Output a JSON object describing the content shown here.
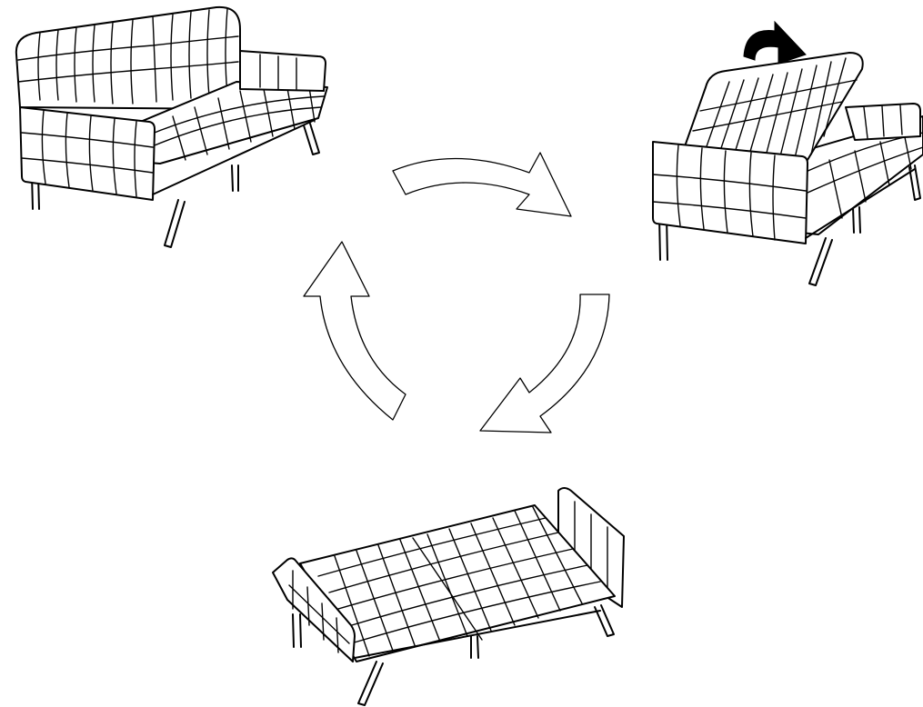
{
  "figure": {
    "stages": [
      {
        "id": "sofa-upright",
        "icon": "sofa-upright-icon"
      },
      {
        "id": "sofa-backrest-tilting",
        "icon": "sofa-reclining-icon"
      },
      {
        "id": "sofa-flat-bed",
        "icon": "sofa-bed-flat-icon"
      }
    ],
    "cycle_arrows": [
      "arrow-upright-to-reclining",
      "arrow-reclining-to-bed",
      "arrow-bed-to-upright"
    ],
    "motion_indicator": "rotate-backrest-icon",
    "colors": {
      "line": "#000000",
      "background": "#ffffff",
      "arrow_fill": "#ffffff",
      "indicator_fill": "#000000"
    }
  }
}
